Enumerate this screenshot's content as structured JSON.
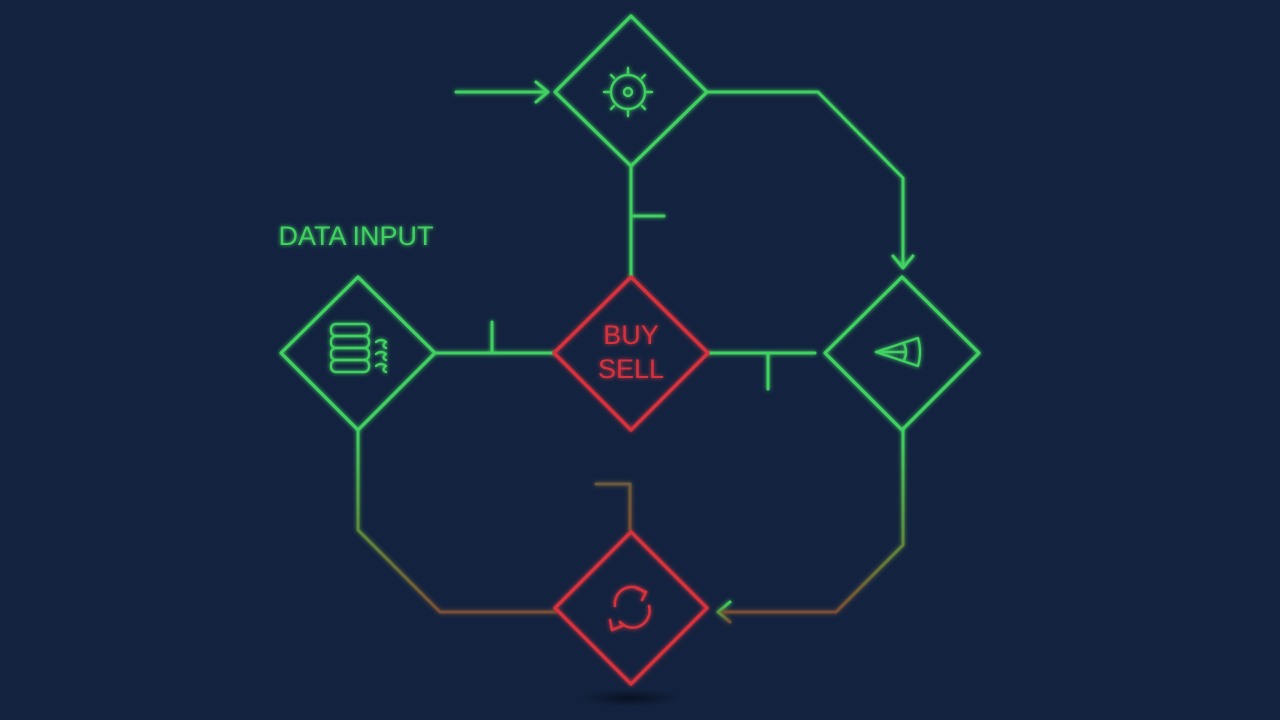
{
  "labels": {
    "data_input": "DATA INPUT",
    "decision_line1": "BUY",
    "decision_line2": "SELL"
  },
  "nodes": [
    {
      "id": "processing-node",
      "icon": "gear-icon",
      "color": "green"
    },
    {
      "id": "data-input-node",
      "icon": "database-icon",
      "color": "green"
    },
    {
      "id": "decision-node",
      "icon": "none",
      "color": "red"
    },
    {
      "id": "execution-node",
      "icon": "rocket-icon",
      "color": "green"
    },
    {
      "id": "feedback-node",
      "icon": "refresh-icon",
      "color": "red"
    }
  ],
  "colors": {
    "background": "#13233f",
    "green": "#3fd160",
    "red": "#d6333c",
    "brown": "#7a4e34",
    "olive": "#5b7a3c"
  }
}
